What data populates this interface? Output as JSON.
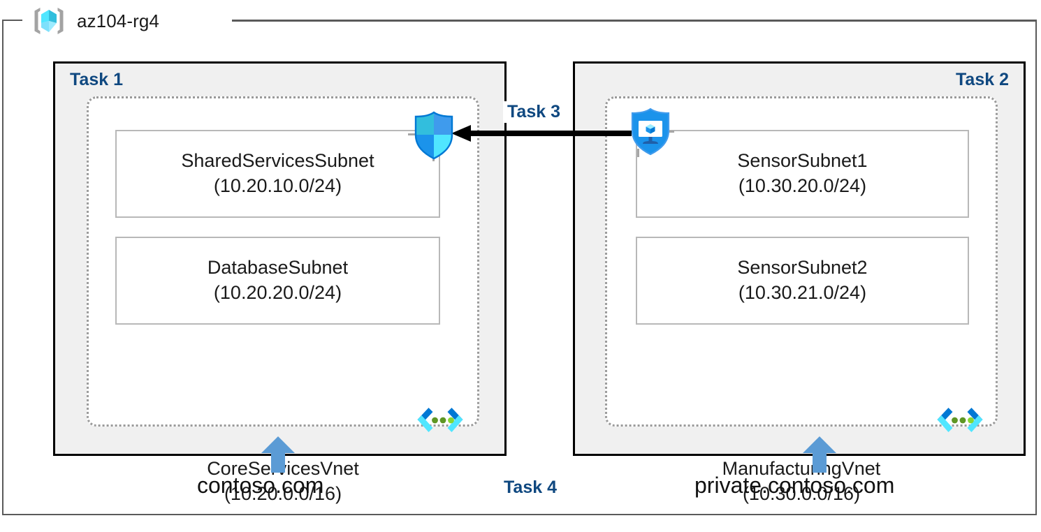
{
  "resource_group": {
    "name": "az104-rg4",
    "icon": "resource-group-cube-icon"
  },
  "tasks": {
    "task1_label": "Task 1",
    "task2_label": "Task 2",
    "task3_label": "Task 3",
    "task4_label": "Task 4"
  },
  "vnets": [
    {
      "id": "core-services-vnet",
      "name": "CoreServicesVnet",
      "cidr": "(10.20.0.0/16)",
      "icon": "virtual-network-icon",
      "subnets": [
        {
          "id": "shared-services-subnet",
          "name": "SharedServicesSubnet",
          "cidr": "(10.20.10.0/24)"
        },
        {
          "id": "database-subnet",
          "name": "DatabaseSubnet",
          "cidr": "(10.20.20.0/24)"
        }
      ]
    },
    {
      "id": "manufacturing-vnet",
      "name": "ManufacturingVnet",
      "cidr": "(10.30.0.0/16)",
      "icon": "virtual-network-icon",
      "subnets": [
        {
          "id": "sensor-subnet-1",
          "name": "SensorSubnet1",
          "cidr": "(10.30.20.0/24)"
        },
        {
          "id": "sensor-subnet-2",
          "name": "SensorSubnet2",
          "cidr": "(10.30.21.0/24)"
        }
      ]
    }
  ],
  "icons": {
    "nsg_shield": "network-security-group-shield-icon",
    "vm_shield": "protected-virtual-machine-shield-icon",
    "connection_arrow": "left-pointing-connection-arrow",
    "dns_arrow": "up-pointing-dns-arrow"
  },
  "dns_zones": [
    {
      "id": "public-dns-zone",
      "name": "contoso.com"
    },
    {
      "id": "private-dns-zone",
      "name": "private.contoso.com"
    }
  ],
  "colors": {
    "task_label": "#0f4880",
    "panel_fill": "#f0f0f0",
    "panel_border": "#000000",
    "vnet_dotted_border": "#9a9a9a",
    "subnet_border": "#b8b8b8",
    "frame_border": "#5a5a5a",
    "dns_arrow_blue": "#5b9bd5",
    "azure_cube_cyan": "#50e6ff",
    "vnet_icon_blue": "#0078d4",
    "vnet_icon_cyan": "#50e6ff",
    "vnet_icon_green": "#5e9624",
    "shield_blue": "#1b93eb"
  }
}
